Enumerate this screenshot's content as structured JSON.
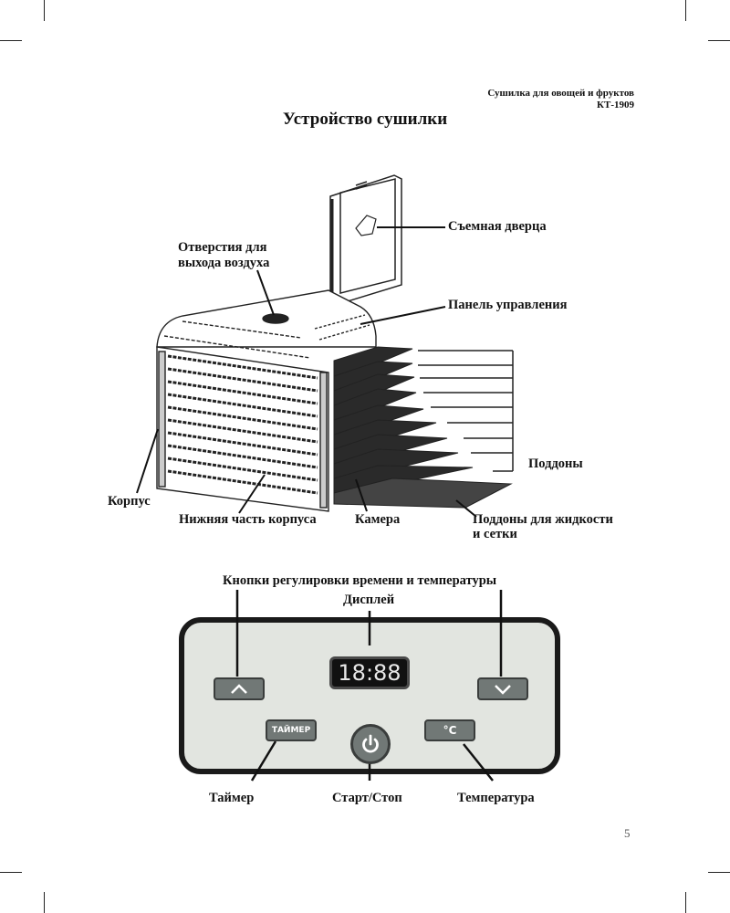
{
  "header": {
    "product_name": "Сушилка для овощей и фруктов",
    "model": "КТ-1909"
  },
  "title": "Устройство сушилки",
  "device_diagram": {
    "labels": {
      "removable_door": "Съемная дверца",
      "air_vents_line1": "Отверстия для",
      "air_vents_line2": "выхода воздуха",
      "control_panel": "Панель управления",
      "trays": "Поддоны",
      "housing": "Корпус",
      "lower_housing": "Нижняя часть корпуса",
      "chamber": "Камера",
      "liquid_trays_line1": "Поддоны для жидкости",
      "liquid_trays_line2": "и сетки"
    },
    "tray_count": 9
  },
  "control_panel_diagram": {
    "labels": {
      "adjust_buttons": "Кнопки регулировки времени и температуры",
      "display": "Дисплей",
      "timer": "Таймер",
      "start_stop": "Старт/Стоп",
      "temperature": "Температура"
    },
    "display_value": "18:88",
    "timer_button_text": "ТАЙМЕР",
    "temp_button_text": "°C",
    "up_icon": "chevron-up-icon",
    "down_icon": "chevron-down-icon",
    "power_icon": "power-icon"
  },
  "page_number": "5"
}
